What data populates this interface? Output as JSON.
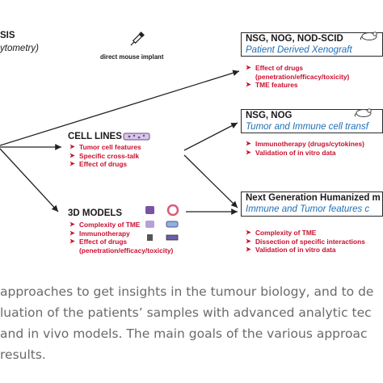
{
  "left": {
    "title_fragment": "SIS",
    "subtitle_fragment": "ytometry)",
    "implant_label": "direct mouse implant"
  },
  "cell_lines": {
    "title": "CELL LINES",
    "items": [
      "Tumor cell features",
      "Specific cross-talk",
      "Effect of drugs"
    ]
  },
  "models_3d": {
    "title": "3D MODELS",
    "items": [
      "Complexity of TME",
      "Immunotherapy",
      "Effect of drugs",
      "(penetration/efficacy/toxicity)"
    ]
  },
  "box1": {
    "title": "NSG, NOG, NOD-SCID",
    "subtitle": "Patient Derived Xenograft",
    "items": [
      "Effect of drugs",
      "(penetration/efficacy/toxicity)",
      "TME features"
    ]
  },
  "box2": {
    "title": "NSG, NOG",
    "subtitle": "Tumor and Immune cell transf",
    "items": [
      "Immunotherapy (drugs/cytokines)",
      "Validation of in vitro data"
    ]
  },
  "box3": {
    "title": "Next Generation Humanized m",
    "subtitle": "Immune and Tumor features c",
    "items": [
      "Complexity of TME",
      "Dissection of specific interactions",
      "Validation of in vitro data"
    ]
  },
  "caption": {
    "line1": "approaches to get insights in the tumour biology, and to de",
    "line2": "luation of the patients’ samples with advanced analytic tec",
    "line3": " and in vivo models. The main goals of the various approac",
    "line4": " results."
  },
  "colors": {
    "accent_red": "#c8102e",
    "accent_blue": "#1d6fb8",
    "caption_grey": "#6a6a6a"
  },
  "icons": [
    "pipette-icon",
    "cell-flask-icon",
    "organoid-icon",
    "mouse-icon"
  ]
}
